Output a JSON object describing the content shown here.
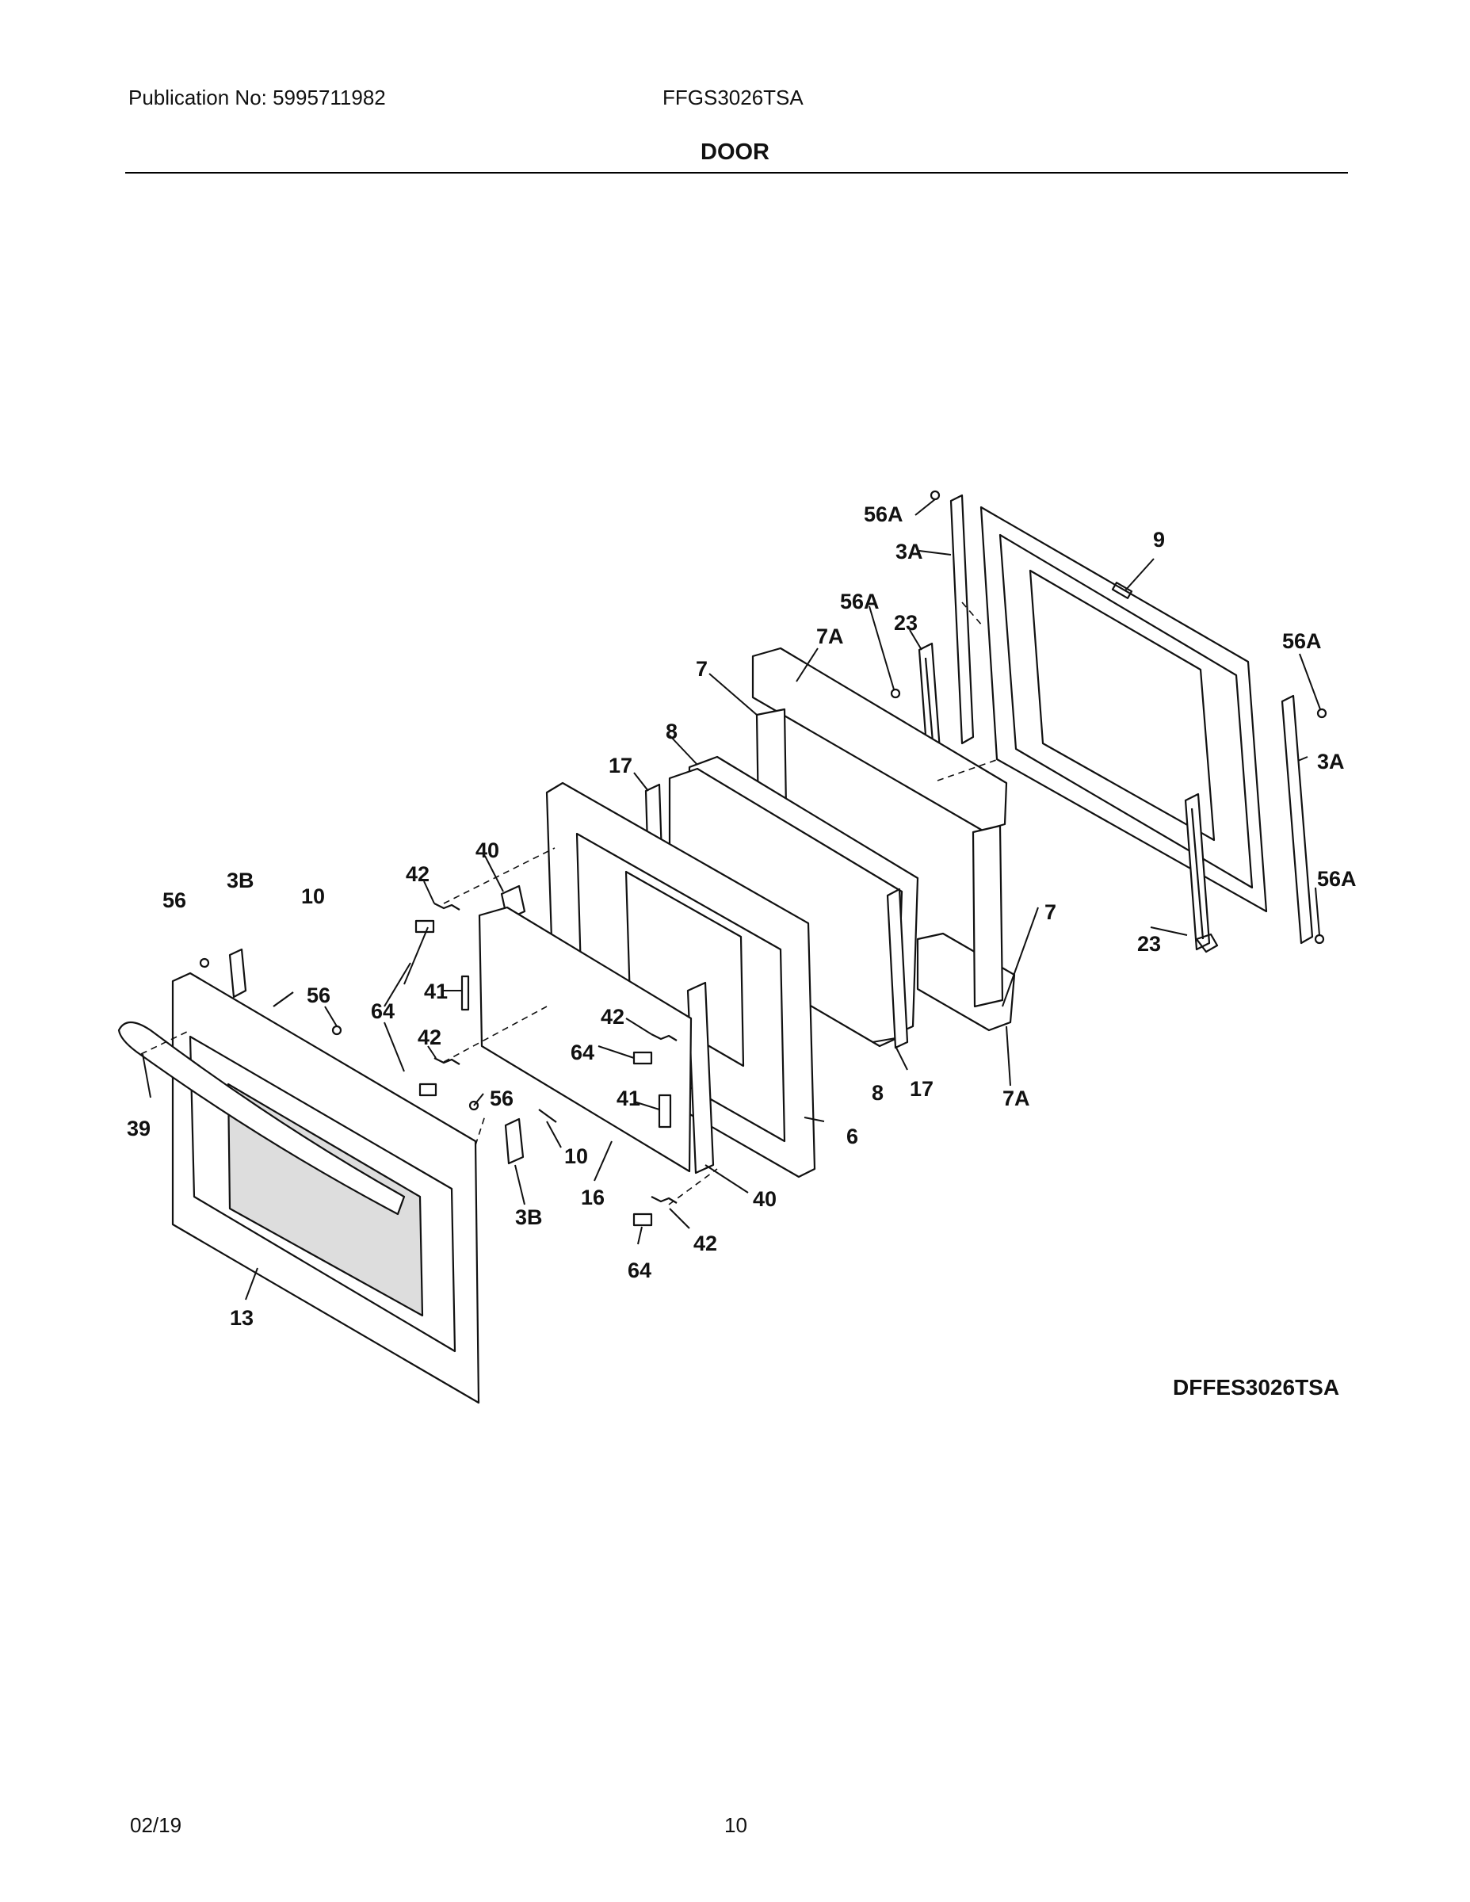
{
  "header": {
    "publication": "Publication No: 5995711982",
    "model": "FFGS3026TSA",
    "section_title": "DOOR"
  },
  "diagram": {
    "drawing_id": "DFFES3026TSA",
    "callouts": [
      {
        "id": "c56a-top",
        "text": "56A"
      },
      {
        "id": "c3a-top",
        "text": "3A"
      },
      {
        "id": "c9",
        "text": "9"
      },
      {
        "id": "c56a-mid",
        "text": "56A"
      },
      {
        "id": "c7a-top",
        "text": "7A"
      },
      {
        "id": "c23-top",
        "text": "23"
      },
      {
        "id": "c56a-right",
        "text": "56A"
      },
      {
        "id": "c7-top",
        "text": "7"
      },
      {
        "id": "c3a-right",
        "text": "3A"
      },
      {
        "id": "c8-top",
        "text": "8"
      },
      {
        "id": "c17-top",
        "text": "17"
      },
      {
        "id": "c40-top",
        "text": "40"
      },
      {
        "id": "c56a-right-low",
        "text": "56A"
      },
      {
        "id": "c42-top",
        "text": "42"
      },
      {
        "id": "c56-left",
        "text": "56"
      },
      {
        "id": "c3b-left",
        "text": "3B"
      },
      {
        "id": "c10-left",
        "text": "10"
      },
      {
        "id": "c7-right",
        "text": "7"
      },
      {
        "id": "c23-low",
        "text": "23"
      },
      {
        "id": "c41-top",
        "text": "41"
      },
      {
        "id": "c56-mid",
        "text": "56"
      },
      {
        "id": "c64-left",
        "text": "64"
      },
      {
        "id": "c42-center",
        "text": "42"
      },
      {
        "id": "c42-left",
        "text": "42"
      },
      {
        "id": "c64-center",
        "text": "64"
      },
      {
        "id": "c8-low",
        "text": "8"
      },
      {
        "id": "c17-low",
        "text": "17"
      },
      {
        "id": "c7a-low",
        "text": "7A"
      },
      {
        "id": "c56-low",
        "text": "56"
      },
      {
        "id": "c41-low",
        "text": "41"
      },
      {
        "id": "c39",
        "text": "39"
      },
      {
        "id": "c6",
        "text": "6"
      },
      {
        "id": "c10-low",
        "text": "10"
      },
      {
        "id": "c16",
        "text": "16"
      },
      {
        "id": "c40-low",
        "text": "40"
      },
      {
        "id": "c3b-low",
        "text": "3B"
      },
      {
        "id": "c42-low",
        "text": "42"
      },
      {
        "id": "c64-low",
        "text": "64"
      },
      {
        "id": "c13",
        "text": "13"
      }
    ]
  },
  "footer": {
    "date": "02/19",
    "page_number": "10"
  }
}
